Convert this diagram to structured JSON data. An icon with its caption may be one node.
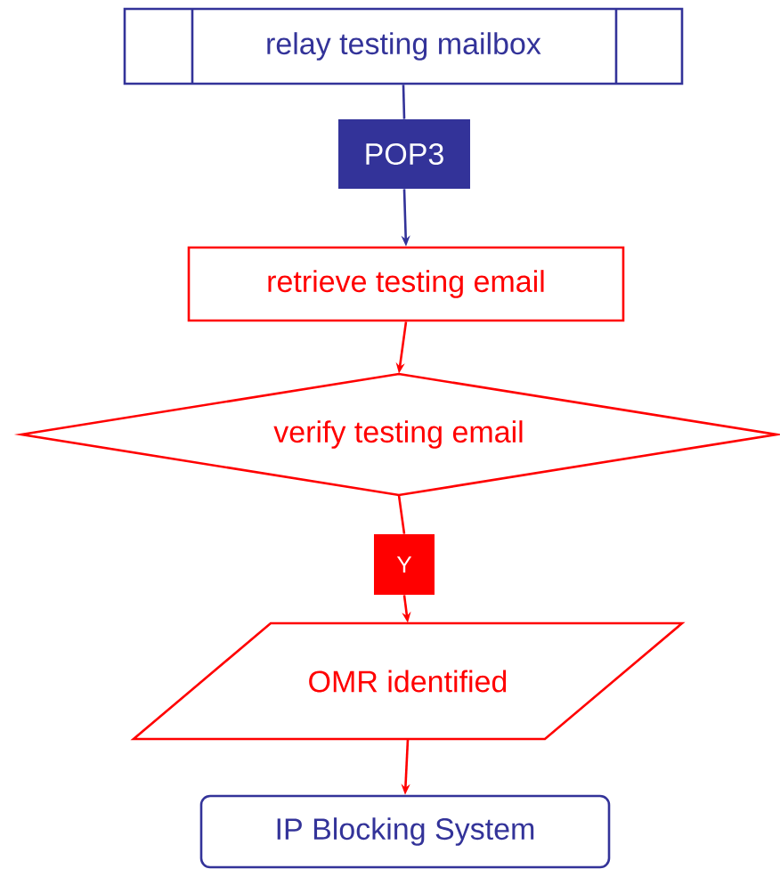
{
  "diagram": {
    "nodes": [
      {
        "text": [
          "relay testing mailbox"
        ]
      },
      {
        "text": [
          "POP3"
        ]
      },
      {
        "text": [
          "retrieve testing email"
        ]
      },
      {
        "text": [
          "verify testing email"
        ]
      },
      {
        "text": [
          "Y"
        ]
      },
      {
        "text": [
          "OMR identified"
        ]
      },
      {
        "text": [
          "IP Blocking System"
        ]
      }
    ],
    "edges": [
      {
        "from": 0,
        "to": 1,
        "arrow": "none",
        "color": "#333399"
      },
      {
        "from": 1,
        "to": 2,
        "arrow": "to",
        "color": "#333399"
      },
      {
        "from": 2,
        "to": 3,
        "arrow": "to"
      },
      {
        "from": 3,
        "to": 4,
        "arrow": "none"
      },
      {
        "from": 4,
        "to": 5,
        "arrow": "to"
      },
      {
        "from": 5,
        "to": 6,
        "arrow": "to"
      }
    ]
  }
}
